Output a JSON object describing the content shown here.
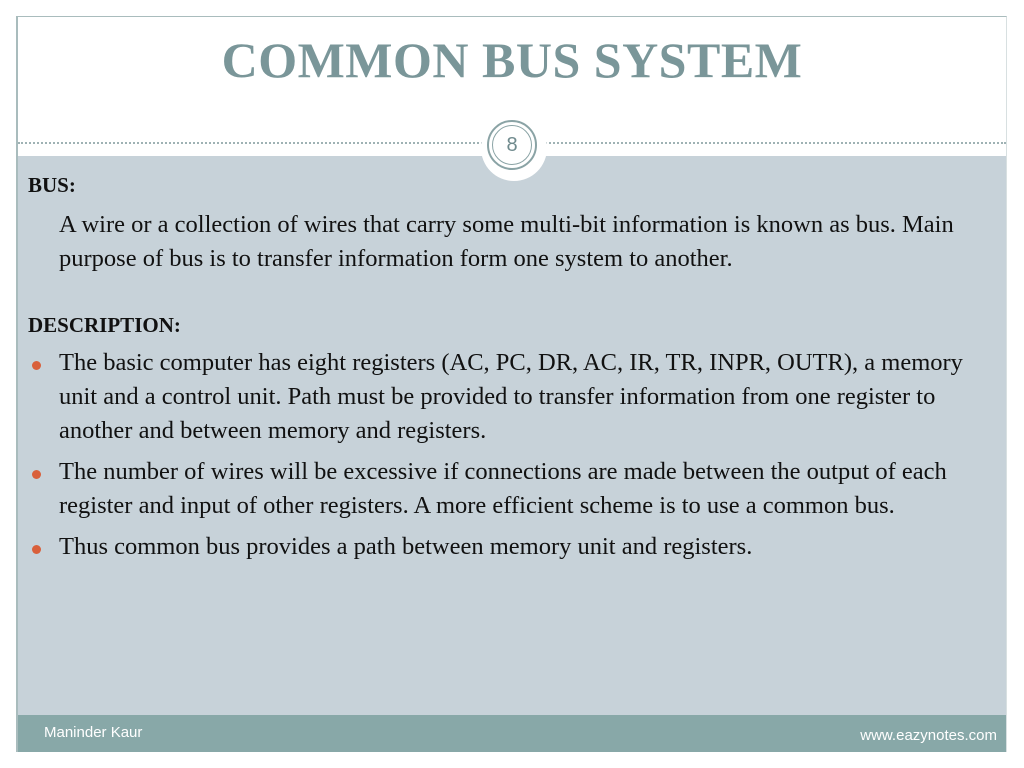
{
  "slide": {
    "title": "COMMON BUS SYSTEM",
    "page_number": "8",
    "sections": [
      {
        "heading": "BUS:",
        "paragraph": "A wire or a collection of wires that carry some multi-bit information is known as bus. Main purpose of bus is to transfer information form one system to another."
      },
      {
        "heading": "DESCRIPTION:",
        "bullets": [
          "The basic computer has eight registers (AC, PC, DR, AC, IR, TR, INPR, OUTR), a memory unit  and a control unit. Path must be provided to transfer information from one register to another and between memory and registers.",
          "The number of wires will be excessive if connections are made between the output of each register and input of other registers. A more efficient scheme is to use a common bus.",
          "Thus common bus provides a path between memory unit and registers."
        ]
      }
    ],
    "footer": {
      "author": "Maninder Kaur",
      "website": "www.eazynotes.com"
    },
    "colors": {
      "title": "#7a9699",
      "body_background": "#c7d2d9",
      "footer_background": "#88a8a8",
      "bullet": "#d9603b"
    }
  }
}
